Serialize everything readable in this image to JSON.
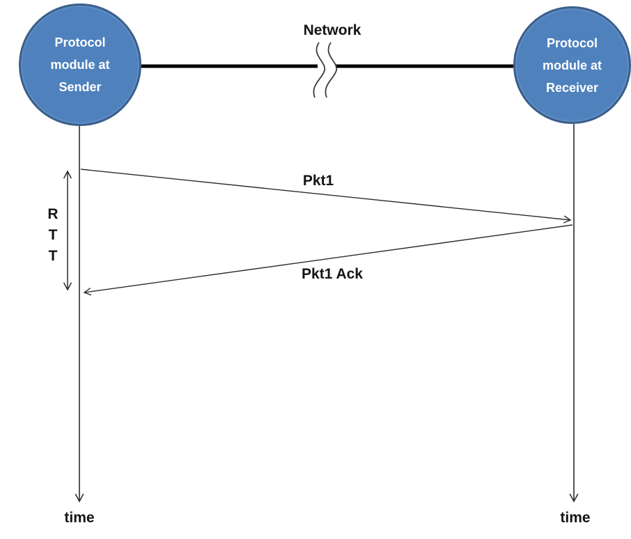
{
  "diagram_type": "protocol-timing-sequence-diagram",
  "nodes": {
    "sender": {
      "label": "Protocol\nmodule at\nSender",
      "fill_color": "#4f81bd",
      "border_color": "#3a5f8b",
      "text_color": "#ffffff"
    },
    "receiver": {
      "label": "Protocol\nmodule at\nReceiver",
      "fill_color": "#4f81bd",
      "border_color": "#3a5f8b",
      "text_color": "#ffffff"
    }
  },
  "network": {
    "label": "Network",
    "link_color": "#000000"
  },
  "messages": [
    {
      "label": "Pkt1",
      "from": "sender",
      "to": "receiver"
    },
    {
      "label": "Pkt1 Ack",
      "from": "receiver",
      "to": "sender"
    }
  ],
  "rtt": {
    "label": "RTT"
  },
  "timeline": {
    "sender_axis_label": "time",
    "receiver_axis_label": "time"
  }
}
